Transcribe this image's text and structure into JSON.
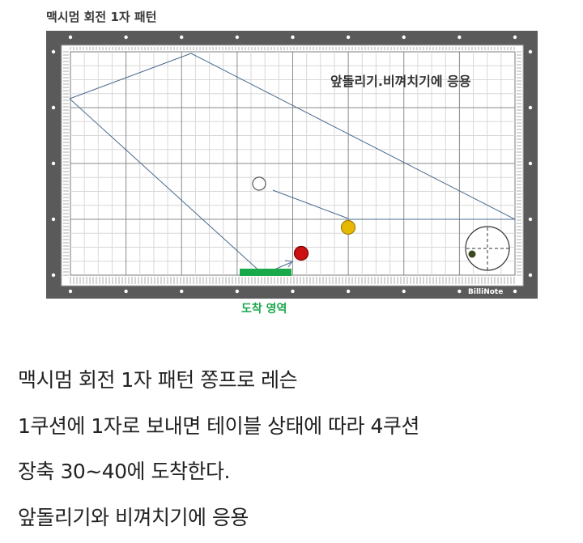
{
  "diagram": {
    "title": "맥시멈 회전 1자 패턴",
    "note": "앞돌리기.비껴치기에 응용",
    "brand": "BilliNote",
    "arrival_label": "도착 영역",
    "colors": {
      "frame": "#5a5a5a",
      "table": "#ffffff",
      "grid_major": "#8a8a8a",
      "grid_minor": "#d4d4d4",
      "path": "#4a6b8f",
      "red_ball": "#cc1111",
      "yellow_ball": "#e6b800",
      "arrival_zone": "#19a84a"
    }
  },
  "description": {
    "lines": [
      "맥시멈 회전 1자 패턴 쫑프로 레슨",
      "1쿠션에 1자로 보내면 테이블 상태에 따라 4쿠션",
      "장축 30~40에 도착한다.",
      "앞돌리기와 비껴치기에 응용"
    ]
  }
}
